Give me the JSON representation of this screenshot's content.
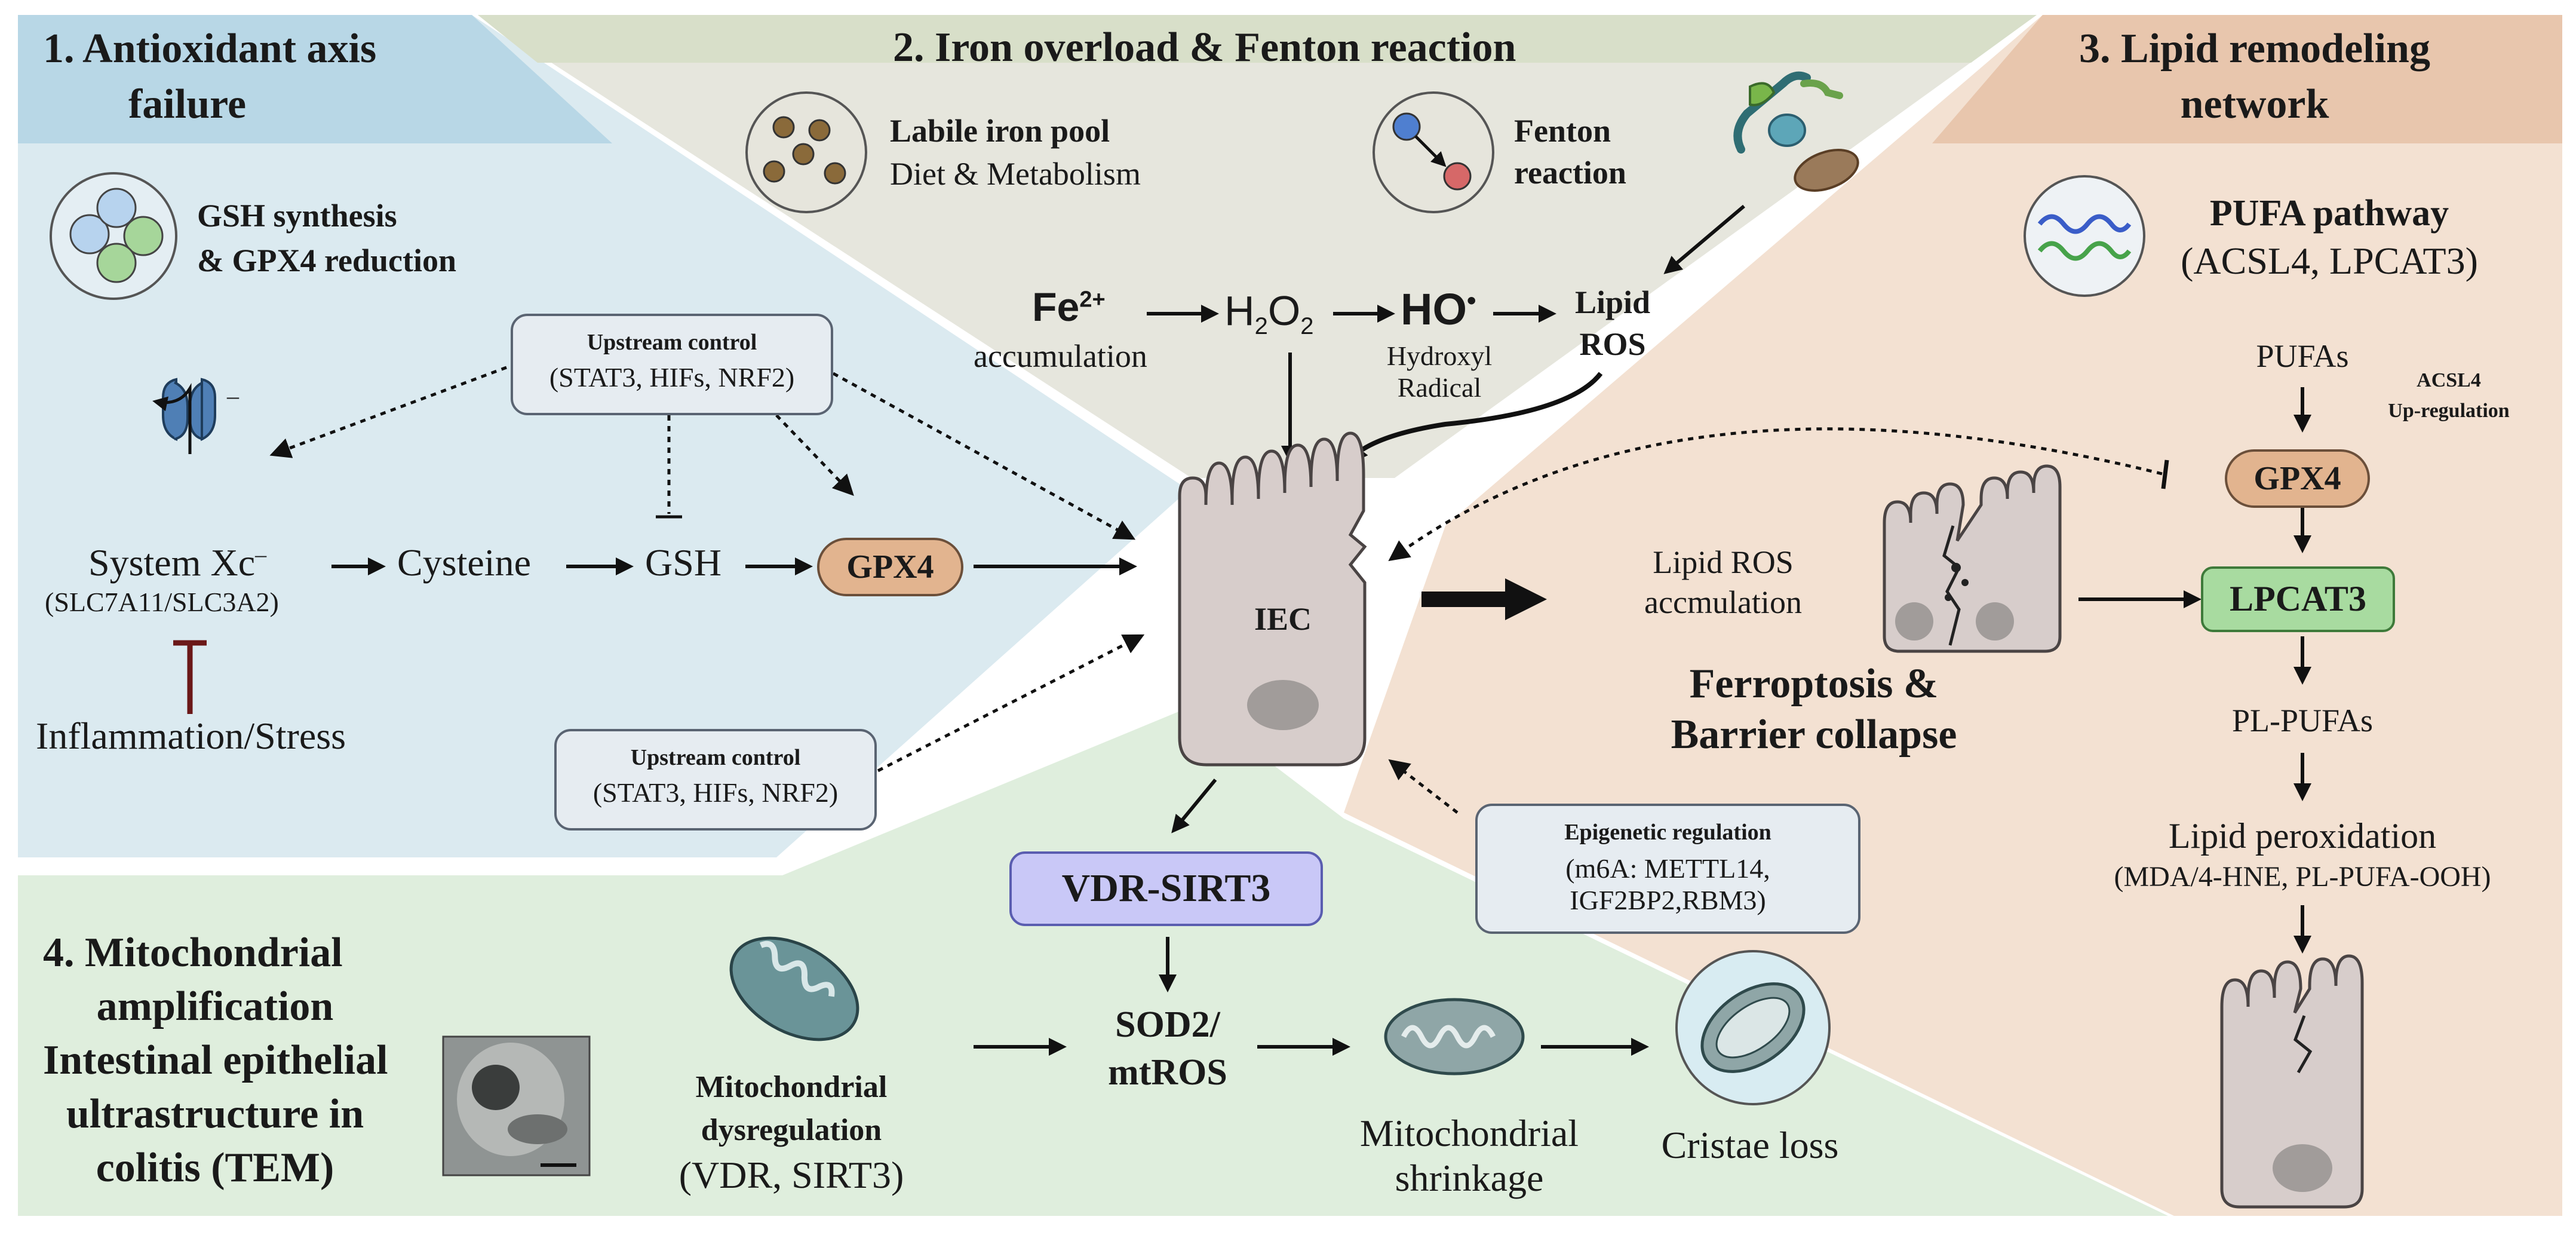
{
  "panel1": {
    "title_line1": "1.  Antioxidant axis",
    "title_line2": "failure",
    "icon_caption_line1": "GSH synthesis",
    "icon_caption_line2": "& GPX4 reduction",
    "upstream_title": "Upstream control",
    "upstream_body": "(STAT3, HIFs, NRF2)",
    "upstream2_title": "Upstream control",
    "upstream2_body": "(STAT3, HIFs, NRF2)",
    "transporter_sign": "–",
    "system_label": "System Xc",
    "system_sup": "–",
    "system_sub": "(SLC7A11/SLC3A2)",
    "cysteine": "Cysteine",
    "gsh": "GSH",
    "gpx4": "GPX4",
    "inflammation": "Inflammation/Stress"
  },
  "panel2": {
    "title": "2. Iron overload & Fenton reaction",
    "labile_title": "Labile iron pool",
    "labile_sub": "Diet & Metabolism",
    "fenton_line1": "Fenton",
    "fenton_line2": "reaction",
    "fe": "Fe",
    "fe_sup": "2+",
    "fe_sub": "accumulation",
    "h2o2_a": "H",
    "h2o2_b": "2",
    "h2o2_c": "O",
    "h2o2_d": "2",
    "ho": "HO",
    "ho_dot": "•",
    "ho_sub1": "Hydroxyl",
    "ho_sub2": "Radical",
    "lipid_line1": "Lipid",
    "lipid_line2": "ROS"
  },
  "center": {
    "iec": "IEC",
    "lipid_ros1": "Lipid ROS",
    "lipid_ros2": "accmulation",
    "ferro1": "Ferroptosis &",
    "ferro2": "Barrier collapse",
    "vdr_sirt3": "VDR-SIRT3",
    "epi_title": "Epigenetic regulation",
    "epi_line1": "(m6A: METTL14,",
    "epi_line2": "IGF2BP2,RBM3)"
  },
  "panel3": {
    "title_line1": "3. Lipid remodeling",
    "title_line2": "network",
    "pufa_title": "PUFA pathway",
    "pufa_sub": "(ACSL4, LPCAT3)",
    "pufas": "PUFAs",
    "acsl4_1": "ACSL4",
    "acsl4_2": "Up-regulation",
    "gpx4": "GPX4",
    "lpcat3": "LPCAT3",
    "pl_pufas": "PL-PUFAs",
    "lipid_perox": "Lipid peroxidation",
    "lipid_perox_sub": "(MDA/4-HNE, PL-PUFA-OOH)"
  },
  "panel4": {
    "title_line1": "4. Mitochondrial",
    "title_line2": "amplification",
    "title_line3": "Intestinal epithelial",
    "title_line4": "ultrastructure in",
    "title_line5": "colitis (TEM)",
    "mito_dys1": "Mitochondrial",
    "mito_dys2": "dysregulation",
    "mito_dys3": "(VDR, SIRT3)",
    "sod2_1": "SOD2/",
    "sod2_2": "mtROS",
    "shrink1": "Mitochondrial",
    "shrink2": "shrinkage",
    "cristae": "Cristae loss"
  },
  "colors": {
    "panel1_bg": "#dbeaf0",
    "panel1_header": "#b8d7e6",
    "panel2_bg": "#e6e6dd",
    "panel2_header": "#d8dfc9",
    "panel3_bg": "#f3e1d2",
    "panel3_header": "#e8c6ad",
    "panel4_bg": "#dfeedd",
    "gpx4_fill": "#e2b48f",
    "lpcat3_fill": "#a8dba0",
    "vdr_fill": "#c9c8f7",
    "cell_fill": "#d7cdcb"
  }
}
